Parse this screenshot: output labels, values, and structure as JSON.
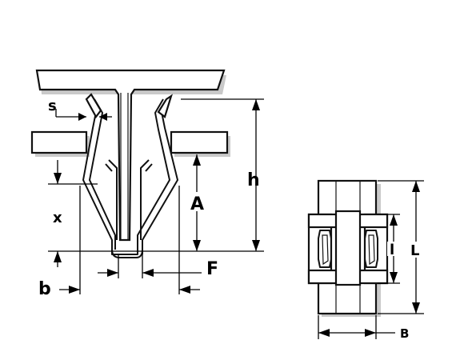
{
  "labels": {
    "s": "s",
    "h": "h",
    "A": "A",
    "x": "x",
    "F": "F",
    "b": "b",
    "l": "l",
    "L": "L",
    "B": "B"
  }
}
